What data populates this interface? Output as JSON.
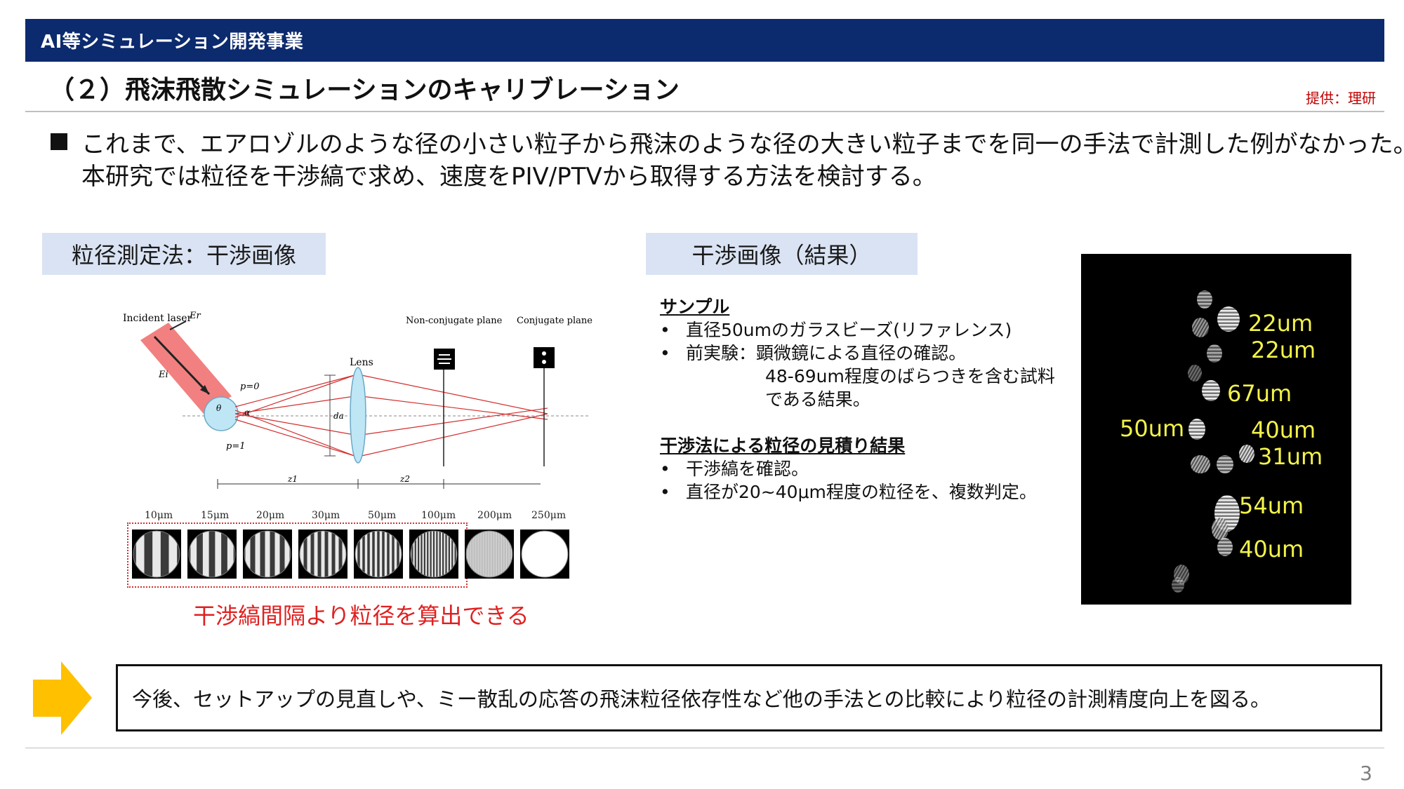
{
  "header": {
    "section": "AI等シミュレーション開発事業"
  },
  "slide": {
    "title": "（２）飛沫飛散シミュレーションのキャリブレーション",
    "credit": "提供：理研",
    "intro_line1": "これまで、エアロゾルのような径の小さい粒子から飛沫のような径の大きい粒子までを同一の手法で計測した例がなかった。",
    "intro_line2": "本研究では粒径を干渉縞で求め、速度をPIV/PTVから取得する方法を検討する。"
  },
  "left_panel": {
    "label": "粒径測定法：干渉画像",
    "diagram": {
      "incident_laser": "Incident laser",
      "er": "Er",
      "ei": "Ei",
      "lens": "Lens",
      "p0": "p=0",
      "p1": "p=1",
      "theta": "θ",
      "alpha": "α",
      "da": "da",
      "z1": "z1",
      "z2": "z2",
      "nonconj": "Non-conjugate plane",
      "conj": "Conjugate plane"
    },
    "fringe_sizes": [
      "10μm",
      "15μm",
      "20μm",
      "30μm",
      "50μm",
      "100μm",
      "200μm",
      "250μm"
    ],
    "fringe_stripes": [
      3,
      4,
      5,
      7,
      10,
      16,
      40,
      0
    ],
    "caption": "干渉縞間隔より粒径を算出できる"
  },
  "right_panel": {
    "label": "干渉画像（結果）",
    "sample_heading": "サンプル",
    "sample_item1": "直径50umのガラスビーズ(リファレンス)",
    "sample_item2": "前実験：顕微鏡による直径の確認。",
    "sample_item2_cont1": "48-69um程度のばらつきを含む試料",
    "sample_item2_cont2": "である結果。",
    "estimate_heading": "干渉法による粒径の見積り結果",
    "estimate_item1": "干渉縞を確認。",
    "estimate_item2": "直径が20~40μm程度の粒径を、複数判定。",
    "bullet": "•",
    "photo_labels": [
      "22um",
      "22um",
      "67um",
      "50um",
      "40um",
      "31um",
      "54um",
      "40um"
    ]
  },
  "conclusion": {
    "text": "今後、セットアップの見直しや、ミー散乱の応答の飛沫粒径依存性など他の手法との比較により粒径の計測精度向上を図る。"
  },
  "page_number": "3",
  "colors": {
    "header": "#0c2a6e",
    "label_bg": "#dae3f3",
    "red": "#e02020",
    "arrow": "#ffc000",
    "tag": "#f2f24a"
  }
}
